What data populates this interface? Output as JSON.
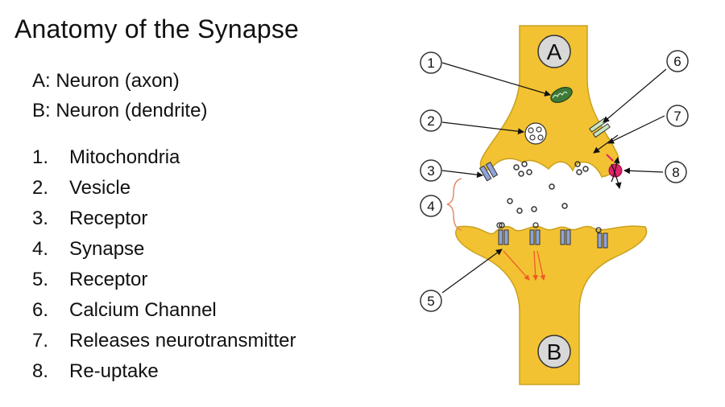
{
  "slide": {
    "title": "Anatomy of the Synapse"
  },
  "neurons": [
    {
      "label": "A: Neuron (axon)"
    },
    {
      "label": "B: Neuron (dendrite)"
    }
  ],
  "parts": [
    {
      "num": "1.",
      "label": "Mitochondria"
    },
    {
      "num": "2.",
      "label": "Vesicle"
    },
    {
      "num": "3.",
      "label": "Receptor"
    },
    {
      "num": "4.",
      "label": "Synapse"
    },
    {
      "num": "5.",
      "label": "Receptor"
    },
    {
      "num": "6.",
      "label": "Calcium Channel"
    },
    {
      "num": "7.",
      "label": "Releases neurotransmitter"
    },
    {
      "num": "8.",
      "label": "Re-uptake"
    }
  ],
  "diagram": {
    "neuron_a_badge": "A",
    "neuron_b_badge": "B",
    "callouts": [
      "1",
      "2",
      "3",
      "4",
      "5",
      "6",
      "7",
      "8"
    ],
    "colors": {
      "neuron_fill": "#F2C232",
      "neuron_stroke": "#C9A11E",
      "receptor": "#8FA3D6",
      "calcium_channel": "#C8E6C0",
      "reuptake": "#E0216B",
      "bracket": "#E08A6B",
      "signal_arrow": "#F05A28"
    }
  }
}
